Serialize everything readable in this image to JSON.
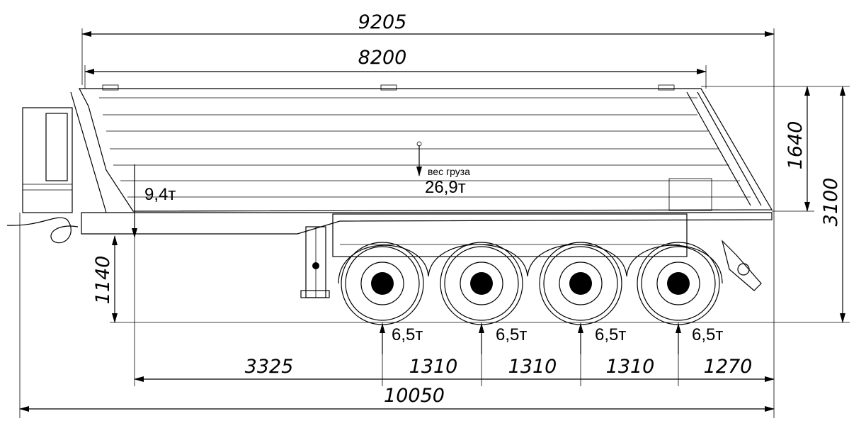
{
  "dimensions": {
    "overall_body_length": "9205",
    "box_length": "8200",
    "box_height": "1640",
    "total_height": "3100",
    "frame_height": "1140",
    "kingpin_to_first_axle": "3325",
    "axle_spacing_1": "1310",
    "axle_spacing_2": "1310",
    "axle_spacing_3": "1310",
    "rear_overhang": "1270",
    "total_length": "10050"
  },
  "loads": {
    "kingpin_load": "9,4т",
    "cargo_label": "вес груза",
    "cargo_weight": "26,9т",
    "axle_loads": [
      "6,5т",
      "6,5т",
      "6,5т",
      "6,5т"
    ]
  }
}
